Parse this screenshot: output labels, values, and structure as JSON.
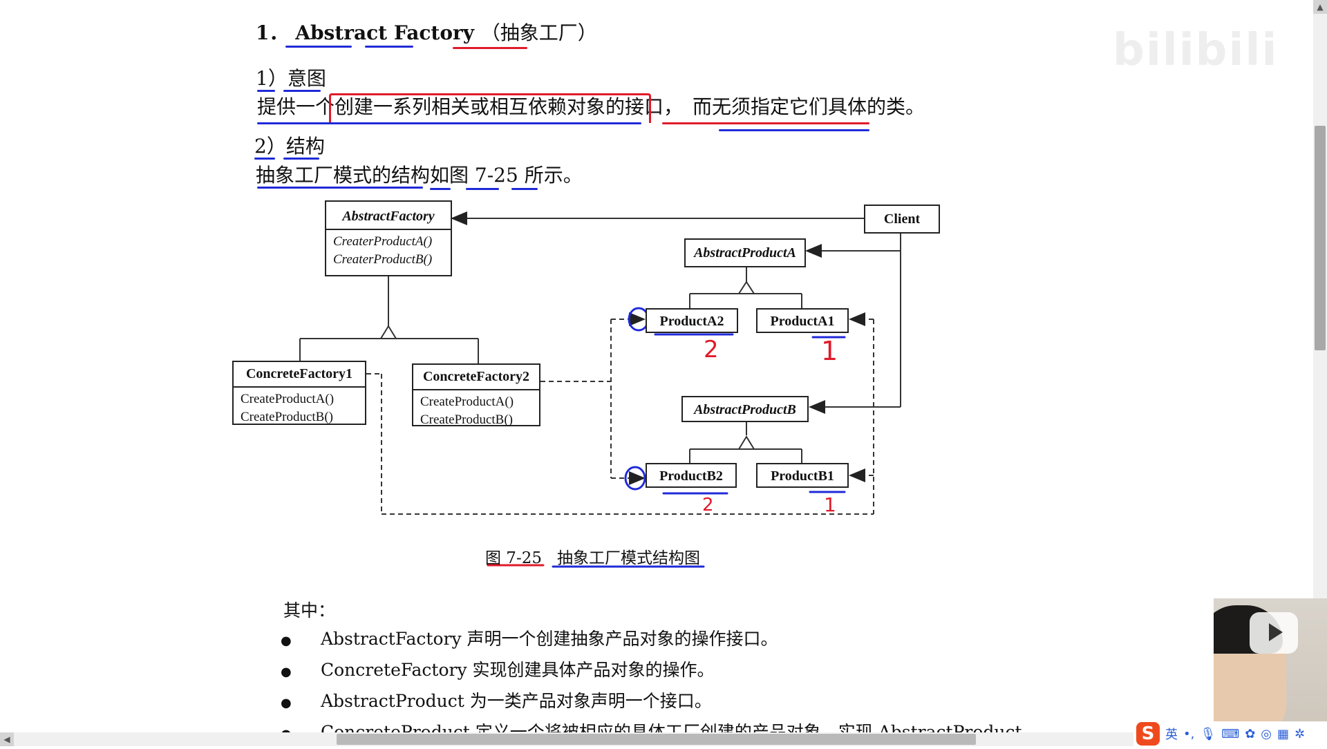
{
  "section": {
    "number": "1．",
    "title_en": "Abstract Factory",
    "title_cn": "（抽象工厂）"
  },
  "intent": {
    "heading": "1）意图",
    "text_a": "提供一个",
    "text_b": "创建一系列相关或相互依赖对象的接口，",
    "text_c": "而无须指定它们具体的类。"
  },
  "structure": {
    "heading": "2）结构",
    "text": "抽象工厂模式的结构如图 7-25 所示。"
  },
  "diagram": {
    "abstract_factory": {
      "name": "AbstractFactory",
      "ops": [
        "CreaterProductA()",
        "CreaterProductB()"
      ]
    },
    "client": {
      "name": "Client"
    },
    "abstract_product_a": {
      "name": "AbstractProductA"
    },
    "abstract_product_b": {
      "name": "AbstractProductB"
    },
    "product_a2": {
      "name": "ProductA2"
    },
    "product_a1": {
      "name": "ProductA1"
    },
    "product_b2": {
      "name": "ProductB2"
    },
    "product_b1": {
      "name": "ProductB1"
    },
    "concrete_factory1": {
      "name": "ConcreteFactory1",
      "ops": [
        "CreateProductA()",
        "CreateProductB()"
      ]
    },
    "concrete_factory2": {
      "name": "ConcreteFactory2",
      "ops": [
        "CreateProductA()",
        "CreateProductB()"
      ]
    },
    "annotations": {
      "a2": "2",
      "a1": "1",
      "b2": "2",
      "b1": "1"
    }
  },
  "caption": {
    "fig": "图 7-25",
    "text": "抽象工厂模式结构图"
  },
  "roles": {
    "intro": "其中：",
    "items": [
      "AbstractFactory 声明一个创建抽象产品对象的操作接口。",
      "ConcreteFactory 实现创建具体产品对象的操作。",
      "AbstractProduct 为一类产品对象声明一个接口。",
      "ConcreteProduct 定义一个将被相应的具体工厂创建的产品对象，实现 AbstractProduct"
    ],
    "bullet": "●"
  },
  "watermark": "bilibili",
  "ime": {
    "logo": "S",
    "lang": "英"
  },
  "colors": {
    "blue_ink": "#1f2ad8",
    "red_ink": "#e01a2a"
  }
}
